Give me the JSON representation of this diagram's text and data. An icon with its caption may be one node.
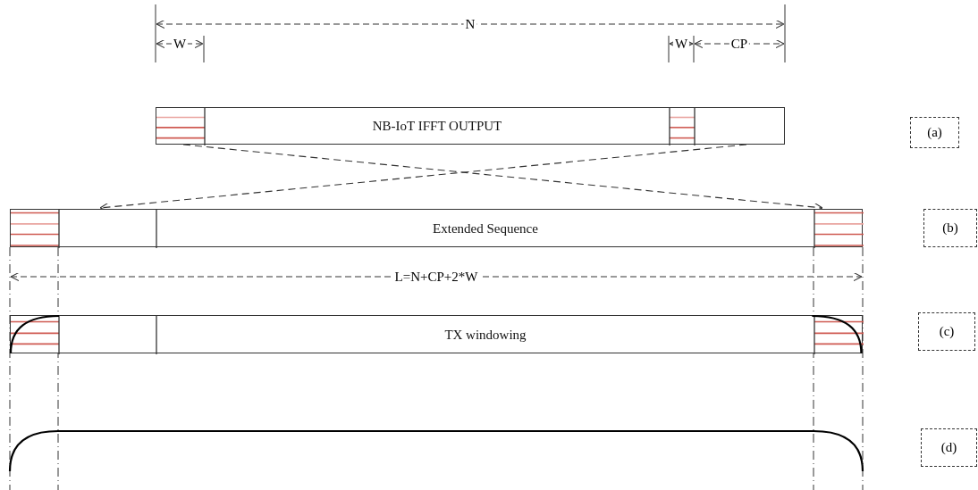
{
  "diagram": {
    "nodes": [
      {
        "text": [
          "NB-IoT IFFT OUTPUT"
        ]
      },
      {
        "text": [
          "(a)"
        ]
      },
      {
        "text": [
          "Extended Sequence"
        ]
      },
      {
        "text": [
          "(b)"
        ]
      },
      {
        "text": [
          "TX windowing"
        ]
      },
      {
        "text": [
          "(c)"
        ]
      },
      {
        "text": [
          "(d)"
        ]
      }
    ],
    "edges": [
      {
        "from": 0,
        "to": 2,
        "arrow": "to",
        "style": "dashed"
      },
      {
        "from": 0,
        "to": 2,
        "arrow": "to",
        "style": "dashed"
      }
    ],
    "labels": [
      "N",
      "W",
      "W",
      "CP",
      "L=N+CP+2*W"
    ]
  }
}
